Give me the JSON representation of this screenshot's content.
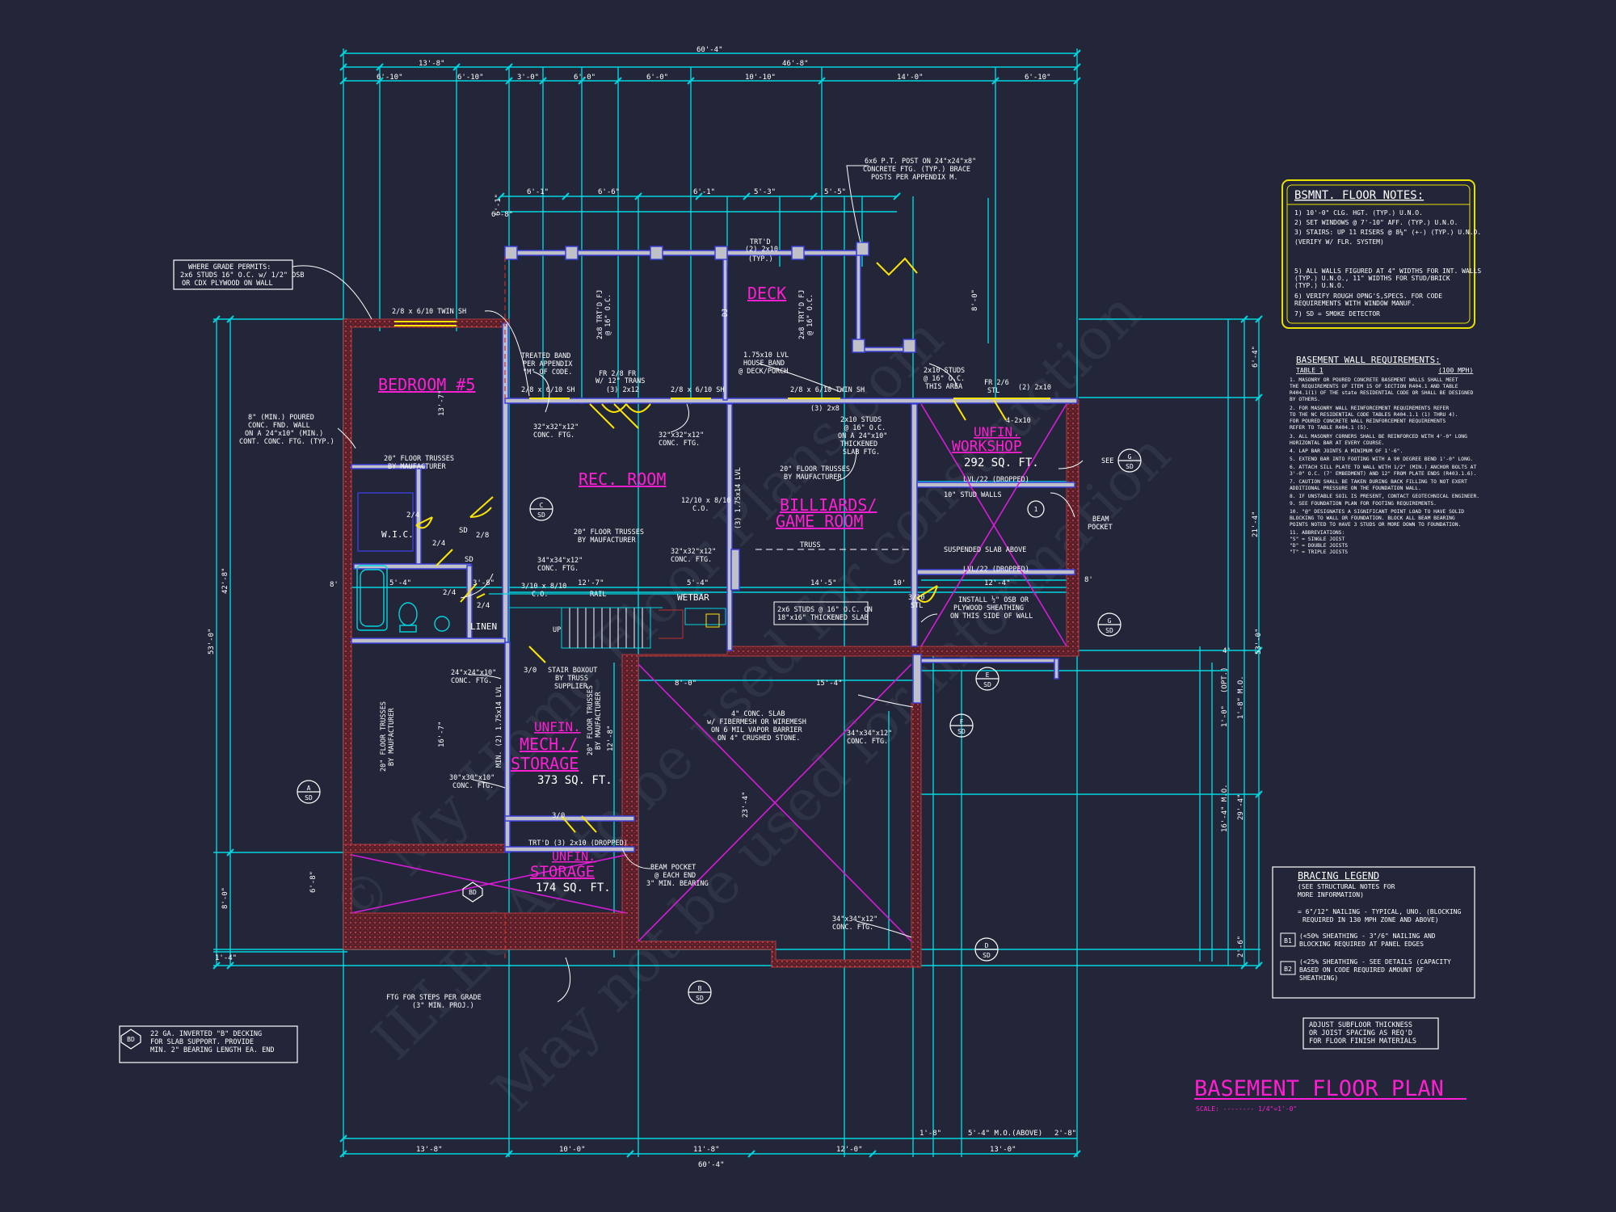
{
  "colors": {
    "background": "#232639",
    "dimension": "#00d5e0",
    "wall": "#3b3fd6",
    "wall_fill": "#c0c0c8",
    "foundation": "#b23a3a",
    "room_label": "#ff1fd2",
    "note_text": "#ffffff",
    "door": "#ffe600",
    "notes_border": "#e8e000",
    "diagonal": "#d81bd8",
    "watermark": "#3a3e52"
  },
  "title": {
    "main": "BASEMENT FLOOR PLAN",
    "scale": "SCALE: -------- 1/4\"=1'-0\""
  },
  "watermark": {
    "line1": "© My Home Floor Plans.com",
    "line2": "ILLEGAL to be used for construction",
    "line3": "May not be used for information"
  },
  "rooms": {
    "bedroom": "BEDROOM #5",
    "rec": "REC. ROOM",
    "billiards_1": "BILLIARDS/",
    "billiards_2": "GAME ROOM",
    "deck": "DECK",
    "workshop_1": "UNFIN.",
    "workshop_2": "WORKSHOP",
    "workshop_area": "292 SQ. FT.",
    "mech_1": "UNFIN.",
    "mech_2": "MECH./",
    "mech_3": "STORAGE",
    "mech_area": "373 SQ. FT.",
    "storage_1": "UNFIN.",
    "storage_2": "STORAGE",
    "storage_area": "174 SQ. FT.",
    "wic": "W.I.C.",
    "linen": "LINEN",
    "wetbar": "WETBAR"
  },
  "dims": {
    "overall_top": "60'-4\"",
    "top_left": "13'-8\"",
    "top_right": "46'-8\"",
    "row3": [
      "6'-10\"",
      "6'-10\"",
      "3'-0\"",
      "6'-0\"",
      "6'-0\"",
      "10'-10\"",
      "14'-0\"",
      "6'-10\""
    ],
    "deck_row": [
      "6'-1\"",
      "6'-6\"",
      "6'-1\"",
      "5'-3\"",
      "5'-5\"",
      "6'-8\""
    ],
    "overall_bottom": "60'-4\"",
    "bottom_row": [
      "13'-8\"",
      "10'-0\"",
      "11'-8\"",
      "12'-0\"",
      "13'-0\""
    ],
    "bottom_small": [
      "1'-8\"",
      "2'-8\""
    ],
    "left_overall": "53'-0\"",
    "left_2": "42'-8\"",
    "left_3": "8'-0\"",
    "left_4": "6'-8\"",
    "left_small": "1'-4\"",
    "right_overall": "53'-0\"",
    "right_2": "21'-4\"",
    "right_3": "29'-4\"",
    "right_4": "16'-4\" M.O.",
    "right_small": [
      "6'-4\"",
      "2'-6\"",
      "1'-0\"",
      "1'-8\"",
      "4'"
    ],
    "right_mo": "M.O.",
    "right_opt": "(OPT.)",
    "deck_depth": "8'-0\"",
    "mo_above": "5'-4\" M.O.(ABOVE)",
    "interior_a": "5'-4\"",
    "interior_b": "3'-8\"",
    "interior_c": "12'-7\"",
    "interior_d": "5'-4\"",
    "interior_e": "14'-5\"",
    "interior_f": "10'",
    "interior_g": "8'-0\"",
    "interior_h": "15'-4\"",
    "interior_i": "12'-4\"",
    "interior_j": "16'-7\"",
    "interior_k": "12'-8\"",
    "interior_l": "23'-4\"",
    "interior_m": "13'-7\"",
    "interior_n": "8'",
    "interior_o": "8'",
    "interior_p": "6'-1\""
  },
  "notes": {
    "grade": [
      "WHERE GRADE PERMITS:",
      "2x6 STUDS 16\" O.C. w/ 1/2\" OSB",
      "OR CDX PLYWOOD ON WALL"
    ],
    "twin_sh": "2/8 x 6/10 TWIN SH",
    "post": [
      "6x6 P.T. POST ON 24\"x24\"x8\"",
      "CONCRETE FTG. (TYP.) BRACE",
      "POSTS PER APPENDIX M."
    ],
    "trtd_deck": [
      "TRT'D",
      "(2) 2x10",
      "(TYP.)"
    ],
    "joist_left": [
      "2x8 TRT'D FJ",
      "@ 16\" O.C."
    ],
    "joist_right": [
      "2x8 TRT'D FJ",
      "@ 16\" O.C."
    ],
    "dj": "DJ",
    "treated_band": [
      "TREATED BAND",
      "PER APPENDIX",
      "\"M\" OF CODE."
    ],
    "fr_trans": [
      "FR 2/8 FR",
      "W/ 12\" TRANS",
      "(3) 2x12"
    ],
    "sh_a": "2/8 x 6/10 SH",
    "sh_b": "2/8 x 6/10 SH",
    "sh_c": "2/8 x 6/10 TWIN SH",
    "lvl_band": [
      "1.75x10 LVL",
      "HOUSE BAND",
      "@ DECK/PORCH"
    ],
    "two_by_8": "(3) 2x8",
    "two_by_12": "(3) 2x12",
    "poured_wall": [
      "8\" (MIN.) POURED",
      "CONC. FND. WALL",
      "ON A 24\"x10\" (MIN.)",
      "CONT. CONC. FTG. (TYP.)"
    ],
    "ftg32a": [
      "32\"x32\"x12\"",
      "CONC. FTG."
    ],
    "ftg32b": [
      "32\"x32\"x12\"",
      "CONC. FTG."
    ],
    "ftg32c": [
      "32\"x32\"x12\"",
      "CONC. FTG."
    ],
    "truss_bed": [
      "20\" FLOOR TRUSSES",
      "BY MAUFACTURER"
    ],
    "truss_rec": [
      "20\" FLOOR TRUSSES",
      "BY MAUFACTURER"
    ],
    "truss_bil": [
      "20\" FLOOR TRUSSES",
      "BY MAUFACTURER"
    ],
    "truss_mech_a": [
      "20\" FLOOR TRUSSES",
      "BY MAUFACTURER"
    ],
    "truss_mech_b": [
      "20\" FLOOR TRUSSES",
      "BY MAUFACTURER"
    ],
    "truss": "TRUSS",
    "stud_bil": [
      "2x10 STUDS",
      "@ 16\" O.C.",
      "ON A 24\"x10\"",
      "THICKENED",
      "SLAB FTG."
    ],
    "lvl_vertical": "(3) 1.75x14 LVL",
    "co_a": [
      "12/10 x 8/10",
      "C.O."
    ],
    "co_b": [
      "3/10 x 8/10",
      "C.O."
    ],
    "ftg34a": [
      "34\"x34\"x12\"",
      "CONC. FTG."
    ],
    "ftg34b": [
      "34\"x34\"x12\"",
      "CONC. FTG."
    ],
    "ftg34c": [
      "34\"x34\"x12\"",
      "CONC. FTG."
    ],
    "ftg24": [
      "24\"x24\"x10\"",
      "CONC. FTG."
    ],
    "ftg30": [
      "30\"x30\"x10\"",
      "CONC. FTG."
    ],
    "rail": "RAIL",
    "up": "UP",
    "stair_boxout": [
      "STAIR BOXOUT",
      "BY TRUSS",
      "SUPPLIER"
    ],
    "thick_slab": [
      "2x6 STUDS @ 16\" O.C. ON",
      "18\"x16\" THICKENED SLAB"
    ],
    "ws_studs": [
      "2x10 STUDS",
      "@ 16\" O.C.",
      "THIS AREA"
    ],
    "fr_stl": [
      "FR 2/6",
      "STL"
    ],
    "two_by_10": "(2) 2x10",
    "four_by_10": "4-2x10",
    "dropped_a": "LVL/22 (DROPPED)",
    "dropped_b": "LVL/22 (DROPPED)",
    "stud_walls": "10\" STUD WALLS",
    "susp_slab": "SUSPENDED SLAB ABOVE",
    "stl": [
      "3/10",
      "STL"
    ],
    "osb": [
      "INSTALL ½\" OSB OR",
      "PLYWOOD SHEATHING",
      "ON THIS SIDE OF WALL"
    ],
    "see": "SEE",
    "beam_pocket_r": [
      "BEAM",
      "POCKET"
    ],
    "conc_slab": [
      "4\" CONC. SLAB",
      "w/ FIBERMESH OR WIREMESH",
      "ON 6 MIL VAPOR BARRIER",
      "ON 4\" CRUSHED STONE."
    ],
    "lvl_mech": "MIN. (2) 1.75x14 LVL",
    "trtd_dropped": "TRT'D (3) 2x10 (DROPPED)",
    "beam_pocket": [
      "BEAM POCKET",
      "@ EACH END",
      "3\" MIN. BEARING"
    ],
    "steps": [
      "FTG FOR STEPS PER GRADE",
      "(3\" MIN. PROJ.)"
    ],
    "decking": [
      "22 GA. INVERTED \"B\" DECKING",
      "FOR SLAB SUPPORT. PROVIDE",
      "MIN. 2\" BEARING LENGTH EA. END"
    ],
    "adjust": [
      "ADJUST SUBFLOOR THICKNESS",
      "OR JOIST SPACING AS REQ'D",
      "FOR FLOOR FINISH MATERIALS"
    ]
  },
  "doors": {
    "wic": "2/4",
    "bath_a": "2/4",
    "bath_b": "2/4",
    "linen_a": "2/4",
    "bed": "2/8",
    "mech": "3/0",
    "storage": "3/0",
    "sd": "SD",
    "sd2": "SD"
  },
  "sections": {
    "a": {
      "letter": "A",
      "sheet": "SD"
    },
    "b": {
      "letter": "B",
      "sheet": "SD"
    },
    "c": {
      "letter": "C",
      "sheet": "SD"
    },
    "d": {
      "letter": "D",
      "sheet": "SD"
    },
    "e": {
      "letter": "E",
      "sheet": "SD"
    },
    "f": {
      "letter": "F",
      "sheet": "SD"
    },
    "g1": {
      "letter": "G",
      "sheet": "SD"
    },
    "g2": {
      "letter": "G",
      "sheet": "SD"
    },
    "bd": "BD"
  },
  "markers": {
    "one": "1",
    "b1": "B1",
    "b2": "B2"
  },
  "bsmnt_notes": {
    "title": "BSMNT. FLOOR NOTES:",
    "items": [
      "1) 10'-0\" CLG. HGT. (TYP.) U.N.O.",
      "2) SET WINDOWS @ 7'-10\" AFF. (TYP.) U.N.O.",
      "3) STAIRS: UP 11 RISERS @ 8¼\" (+-) (TYP.) U.N.O.",
      "   (VERIFY W/ FLR. SYSTEM)",
      "5) ALL WALLS FIGURED AT 4\" WIDTHS FOR INT. WALLS",
      "   (TYP.) U.N.O., 11\" WIDTHS FOR STUD/BRICK",
      "   (TYP.) U.N.O.",
      "6) VERIFY ROUGH OPNG'S,SPECS. FOR CODE",
      "   REQUIREMENTS WITH WINDOW MANUF.",
      "7) SD = SMOKE DETECTOR"
    ]
  },
  "basement_wall": {
    "title": "BASEMENT WALL REQUIREMENTS:",
    "subtitle": "TABLE 1",
    "mph": "(100 MPH)",
    "items": [
      "1. MASONRY OR POURED CONCRETE BASEMENT WALLS SHALL MEET",
      "   THE REQUIREMENTS OF ITEM 15 OF SECTION R404.1 AND TABLE",
      "   R404.1(1) OF THE state RESIDENTIAL CODE OR SHALL BE DESIGNED",
      "   BY OTHERS.",
      "2. FOR MASONRY WALL REINFORCEMENT REQUIREMENTS REFER",
      "   TO THE NC RESIDENTIAL CODE TABLES R404.1.1 (1) THRU 4).",
      "   FOR POURED CONCRETE WALL REINFORCEMENT REQUIREMENTS",
      "   REFER TO TABLE R404.1 (5).",
      "3. ALL MASONRY CORNERS SHALL BE REINFORCED WITH 4'-0\" LONG",
      "   HORIZONTAL BAR AT EVERY COURSE.",
      "4. LAP BAR JOINTS A MINIMUM OF 1'-6\".",
      "5. EXTEND BAR INTO FOOTING WITH A 90 DEGREE BEND 1'-0\" LONG.",
      "6. ATTACH SILL PLATE TO WALL WITH 1/2\" (MIN.) ANCHOR BOLTS AT",
      "   3'-0\" O.C. (7' EMBEDMENT) AND 12\" FROM PLATE ENDS (R403.1.6).",
      "7. CAUTION SHALL BE TAKEN DURING BACK FILLING TO NOT EXERT",
      "   ADDITIONAL PRESSURE ON THE FOUNDATION WALL.",
      "8. IF UNSTABLE SOIL IS PRESENT, CONTACT GEOTECHNICAL ENGINEER.",
      "9. SEE FOUNDATION PLAN FOR FOOTING REQUIREMENTS.",
      "10. \"@\" DESIGNATES A SIGNIFICANT POINT LOAD TO HAVE SOLID",
      "    BLOCKING TO WALL OR FOUNDATION. BLOCK ALL BEAM BEARING",
      "    POINTS NOTED TO HAVE 3 STUDS OR MORE DOWN TO FOUNDATION.",
      "11. ABBREVIATIONS:",
      "    \"S\" = SINGLE JOIST",
      "    \"D\" = DOUBLE JOISTS",
      "    \"T\" = TRIPLE JOISTS"
    ]
  },
  "bracing": {
    "title": "BRACING LEGEND",
    "sub": [
      "(SEE STRUCTURAL NOTES FOR",
      "MORE INFORMATION)"
    ],
    "l1": [
      "= 6\"/12\" NAILING - TYPICAL, UNO. (BLOCKING",
      "REQUIRED IN 130 MPH ZONE AND ABOVE)"
    ],
    "l2": [
      "(<50% SHEATHING - 3\"/6\" NAILING AND",
      "BLOCKING REQUIRED AT PANEL EDGES"
    ],
    "l3": [
      "(<25% SHEATHING - SEE DETAILS (CAPACITY",
      "BASED ON CODE REQUIRED AMOUNT OF",
      "SHEATHING)"
    ]
  }
}
